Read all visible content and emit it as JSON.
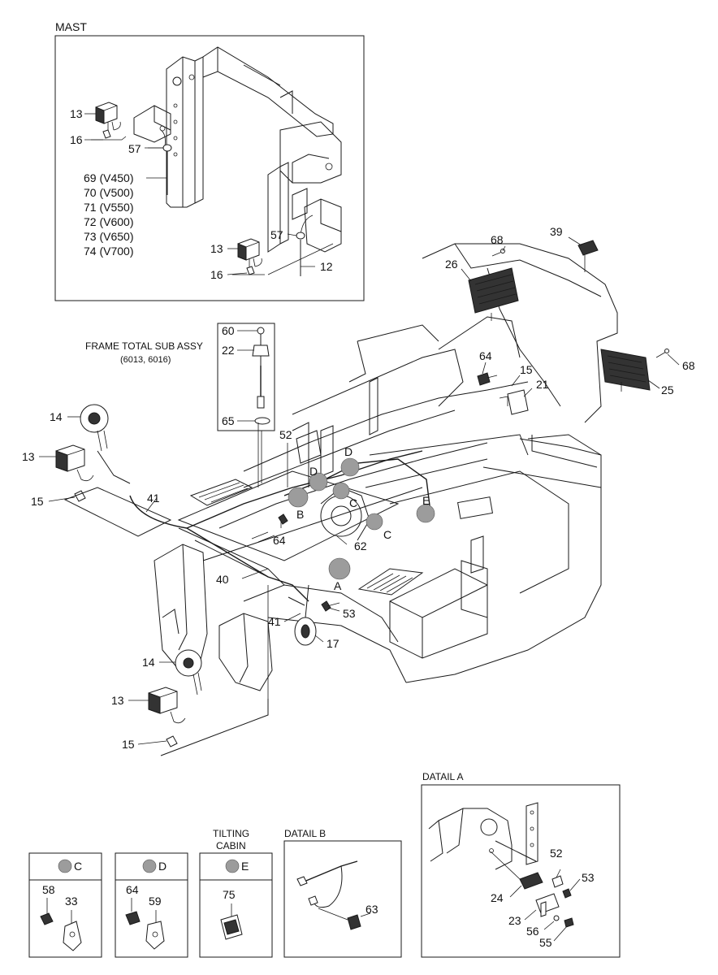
{
  "titles": {
    "mast": "MAST",
    "frame_line1": "FRAME TOTAL SUB ASSY",
    "frame_line2": "(6013, 6016)",
    "detail_a": "DATAIL A",
    "detail_b": "DATAIL B",
    "tilting_line1": "TILTING",
    "tilting_line2": "CABIN"
  },
  "mast_labels": {
    "p13a": "13",
    "p16a": "16",
    "p57a": "57",
    "v69": "69 (V450)",
    "v70": "70 (V500)",
    "v71": "71 (V550)",
    "v72": "72 (V600)",
    "v73": "73 (V650)",
    "v74": "74 (V700)",
    "p13b": "13",
    "p57b": "57",
    "p16b": "16",
    "p12": "12"
  },
  "frame_kit": {
    "p60": "60",
    "p22": "22",
    "p65": "65"
  },
  "rear_labels": {
    "p68a": "68",
    "p39": "39",
    "p26": "26",
    "p64a": "64",
    "p15a": "15",
    "p21": "21",
    "p68b": "68",
    "p25": "25"
  },
  "main_labels": {
    "p14a": "14",
    "p13a": "13",
    "p15a": "15",
    "p41a": "41",
    "p52": "52",
    "p64": "64",
    "p62": "62",
    "p40": "40",
    "p53": "53",
    "p41b": "41",
    "p17": "17",
    "p14b": "14",
    "p13b": "13",
    "p15b": "15"
  },
  "callouts": {
    "A": "A",
    "B": "B",
    "C1": "C",
    "C2": "C",
    "D1": "D",
    "D2": "D",
    "E": "E"
  },
  "boxes": {
    "c": {
      "letter": "C",
      "p1": "58",
      "p2": "33"
    },
    "d": {
      "letter": "D",
      "p1": "64",
      "p2": "59"
    },
    "e": {
      "letter": "E",
      "p1": "75"
    }
  },
  "detail_b": {
    "p63": "63"
  },
  "detail_a": {
    "p52": "52",
    "p53": "53",
    "p24": "24",
    "p23": "23",
    "p56": "56",
    "p55": "55"
  }
}
